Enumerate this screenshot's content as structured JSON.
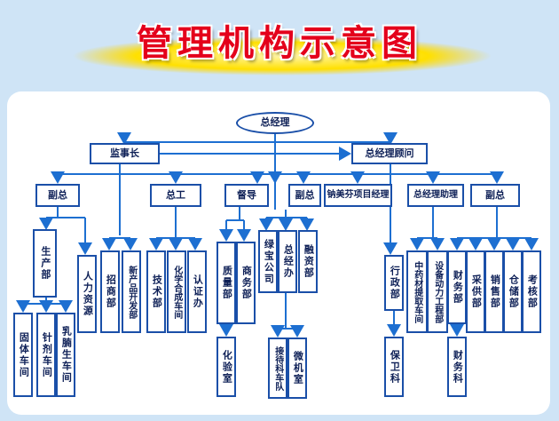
{
  "title": "管理机构示意图",
  "nodes": {
    "ceo": "总经理",
    "supervisor": "监事长",
    "advisor": "总经理顾问",
    "vice_gm_1": "副总",
    "chief_engineer": "总工",
    "inspector": "督导",
    "vice_gm_2": "副总",
    "project_mgr": "钠美芬项目经理",
    "assistant_gm": "总经理助理",
    "vice_gm_3": "副总",
    "production_dept": "生产部",
    "hr": "人力资源",
    "recruiting": "招商部",
    "new_product": "新产品开发部",
    "tech_dept": "技术部",
    "chem_synthesis": "化学合成车间",
    "certification": "认证办",
    "quality_dept": "质量部",
    "business_dept": "商务部",
    "green_treasure": "绿宝公司",
    "gm_office": "总经办",
    "financing_dept": "融资部",
    "admin_dept": "行政部",
    "herbal_workshop": "中药材提取车间",
    "equipment_dept": "设备动力工程部",
    "finance_dept": "财务部",
    "purchasing_dept": "采供部",
    "sales_dept": "销售部",
    "warehouse_dept": "仓储部",
    "assessment_dept": "考核部",
    "solid_workshop": "固体车间",
    "injection_workshop": "针剂车间",
    "emulsion_workshop": "乳腩生车间",
    "lab": "化验室",
    "reception_fleet": "接待科车队",
    "micro_room": "微机室",
    "security": "保卫科",
    "finance_section": "财务科"
  }
}
